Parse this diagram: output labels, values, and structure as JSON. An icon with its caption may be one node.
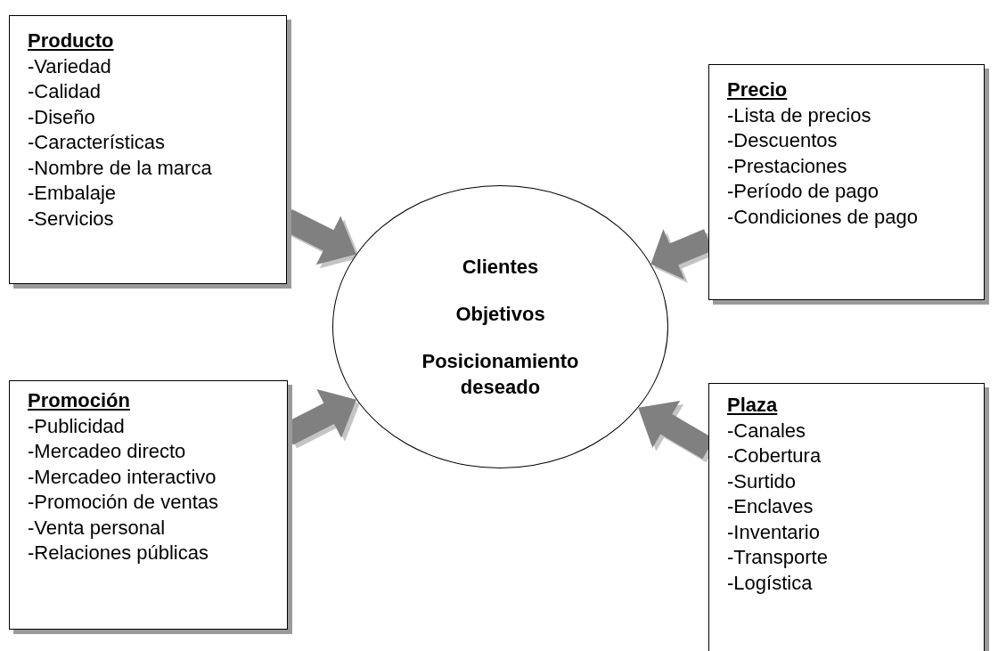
{
  "diagram": {
    "nodes": [
      {
        "text": [
          "Producto",
          "-Variedad",
          "-Calidad",
          "-Diseño",
          "-Características",
          "-Nombre de la marca",
          "-Embalaje",
          "-Servicios"
        ]
      },
      {
        "text": [
          "Precio",
          "-Lista de precios",
          "-Descuentos",
          "-Prestaciones",
          "-Período de pago",
          "-Condiciones de pago"
        ]
      },
      {
        "text": [
          "Clientes",
          "Objetivos",
          "Posicionamiento deseado"
        ]
      },
      {
        "text": [
          "Promoción",
          "-Publicidad",
          "-Mercadeo directo",
          "-Mercadeo interactivo",
          "-Promoción de ventas",
          "-Venta personal",
          "-Relaciones públicas"
        ]
      },
      {
        "text": [
          "Plaza",
          "-Canales",
          "-Cobertura",
          "-Surtido",
          "-Enclaves",
          "-Inventario",
          "-Transporte",
          "-Logística"
        ]
      }
    ],
    "edges": [
      {
        "from": 0,
        "to": 2,
        "arrow": "to",
        "style": "thick"
      },
      {
        "from": 1,
        "to": 2,
        "arrow": "to",
        "style": "thick"
      },
      {
        "from": 3,
        "to": 2,
        "arrow": "to",
        "style": "thick"
      },
      {
        "from": 4,
        "to": 2,
        "arrow": "to",
        "style": "thick"
      }
    ]
  }
}
